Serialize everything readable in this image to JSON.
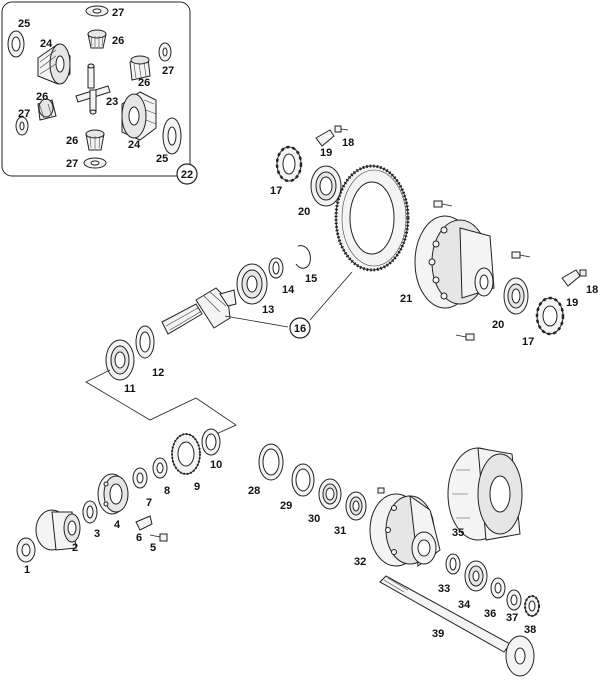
{
  "diagram": {
    "inset_frame_label": "22",
    "callouts": [
      {
        "id": "c1",
        "text": "1"
      },
      {
        "id": "c2",
        "text": "2"
      },
      {
        "id": "c3",
        "text": "3"
      },
      {
        "id": "c4",
        "text": "4"
      },
      {
        "id": "c5",
        "text": "5"
      },
      {
        "id": "c6",
        "text": "6"
      },
      {
        "id": "c7",
        "text": "7"
      },
      {
        "id": "c8",
        "text": "8"
      },
      {
        "id": "c9",
        "text": "9"
      },
      {
        "id": "c10",
        "text": "10"
      },
      {
        "id": "c11",
        "text": "11"
      },
      {
        "id": "c12",
        "text": "12"
      },
      {
        "id": "c13",
        "text": "13"
      },
      {
        "id": "c14",
        "text": "14"
      },
      {
        "id": "c15",
        "text": "15"
      },
      {
        "id": "c16",
        "text": "16"
      },
      {
        "id": "c17a",
        "text": "17"
      },
      {
        "id": "c17b",
        "text": "17"
      },
      {
        "id": "c18a",
        "text": "18"
      },
      {
        "id": "c18b",
        "text": "18"
      },
      {
        "id": "c19a",
        "text": "19"
      },
      {
        "id": "c19b",
        "text": "19"
      },
      {
        "id": "c20a",
        "text": "20"
      },
      {
        "id": "c20b",
        "text": "20"
      },
      {
        "id": "c21",
        "text": "21"
      },
      {
        "id": "c23",
        "text": "23"
      },
      {
        "id": "c24a",
        "text": "24"
      },
      {
        "id": "c24b",
        "text": "24"
      },
      {
        "id": "c25a",
        "text": "25"
      },
      {
        "id": "c25b",
        "text": "25"
      },
      {
        "id": "c26a",
        "text": "26"
      },
      {
        "id": "c26b",
        "text": "26"
      },
      {
        "id": "c26c",
        "text": "26"
      },
      {
        "id": "c26d",
        "text": "26"
      },
      {
        "id": "c27a",
        "text": "27"
      },
      {
        "id": "c27b",
        "text": "27"
      },
      {
        "id": "c27c",
        "text": "27"
      },
      {
        "id": "c27d",
        "text": "27"
      },
      {
        "id": "c28",
        "text": "28"
      },
      {
        "id": "c29",
        "text": "29"
      },
      {
        "id": "c30",
        "text": "30"
      },
      {
        "id": "c31",
        "text": "31"
      },
      {
        "id": "c32",
        "text": "32"
      },
      {
        "id": "c33",
        "text": "33"
      },
      {
        "id": "c34",
        "text": "34"
      },
      {
        "id": "c35",
        "text": "35"
      },
      {
        "id": "c36",
        "text": "36"
      },
      {
        "id": "c37",
        "text": "37"
      },
      {
        "id": "c38",
        "text": "38"
      },
      {
        "id": "c39",
        "text": "39"
      }
    ]
  }
}
